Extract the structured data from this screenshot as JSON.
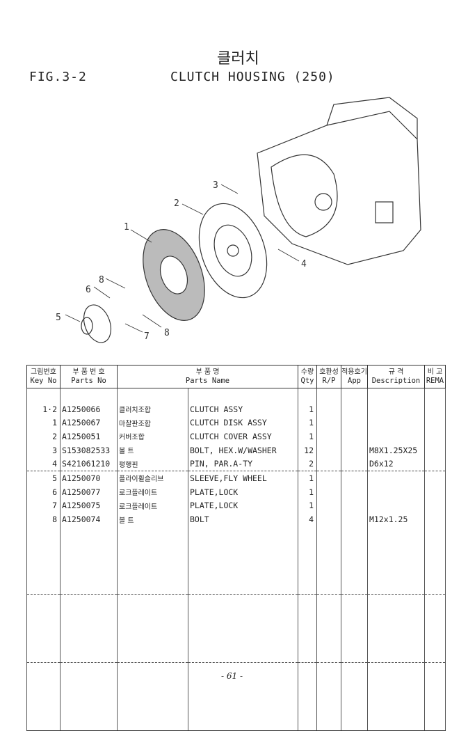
{
  "header": {
    "title_ko": "클러치",
    "fig": "FIG.3-2",
    "fig_title": "CLUTCH HOUSING (250)"
  },
  "callouts": [
    "1",
    "2",
    "3",
    "4",
    "5",
    "6",
    "7",
    "8",
    "8"
  ],
  "table": {
    "headers": [
      {
        "ko": "그림번호",
        "en": "Key No"
      },
      {
        "ko": "부 품 번 호",
        "en": "Parts No"
      },
      {
        "ko": "부 품 명",
        "en": "Parts Name"
      },
      {
        "ko": "수량",
        "en": "Qty"
      },
      {
        "ko": "호환성",
        "en": "R/P"
      },
      {
        "ko": "적용호기",
        "en": "App"
      },
      {
        "ko": "규 격",
        "en": "Description"
      },
      {
        "ko": "비 고",
        "en": "REMA"
      }
    ],
    "rows": [
      {
        "key": "1·2",
        "part_no": "A1250066",
        "name_ko": "클러치조합",
        "name_en": "CLUTCH ASSY",
        "qty": "1",
        "desc": ""
      },
      {
        "key": "1",
        "part_no": "A1250067",
        "name_ko": "마찰판조합",
        "name_en": "CLUTCH DISK ASSY",
        "qty": "1",
        "desc": ""
      },
      {
        "key": "2",
        "part_no": "A1250051",
        "name_ko": "커버조합",
        "name_en": "CLUTCH COVER ASSY",
        "qty": "1",
        "desc": ""
      },
      {
        "key": "3",
        "part_no": "S153082533",
        "name_ko": "볼 트",
        "name_en": "BOLT, HEX.W/WASHER",
        "qty": "12",
        "desc": "M8X1.25X25"
      },
      {
        "key": "4",
        "part_no": "S421061210",
        "name_ko": "평행핀",
        "name_en": "PIN, PAR.A-TY",
        "qty": "2",
        "desc": "D6x12"
      },
      {
        "key": "5",
        "part_no": "A1250070",
        "name_ko": "플라이휠슬리브",
        "name_en": "SLEEVE,FLY WHEEL",
        "qty": "1",
        "desc": ""
      },
      {
        "key": "6",
        "part_no": "A1250077",
        "name_ko": "로크플레이트",
        "name_en": "PLATE,LOCK",
        "qty": "1",
        "desc": ""
      },
      {
        "key": "7",
        "part_no": "A1250075",
        "name_ko": "로크플레이트",
        "name_en": "PLATE,LOCK",
        "qty": "1",
        "desc": ""
      },
      {
        "key": "8",
        "part_no": "A1250074",
        "name_ko": "볼 트",
        "name_en": "BOLT",
        "qty": "4",
        "desc": "M12x1.25"
      }
    ]
  },
  "page_number": "- 61 -"
}
